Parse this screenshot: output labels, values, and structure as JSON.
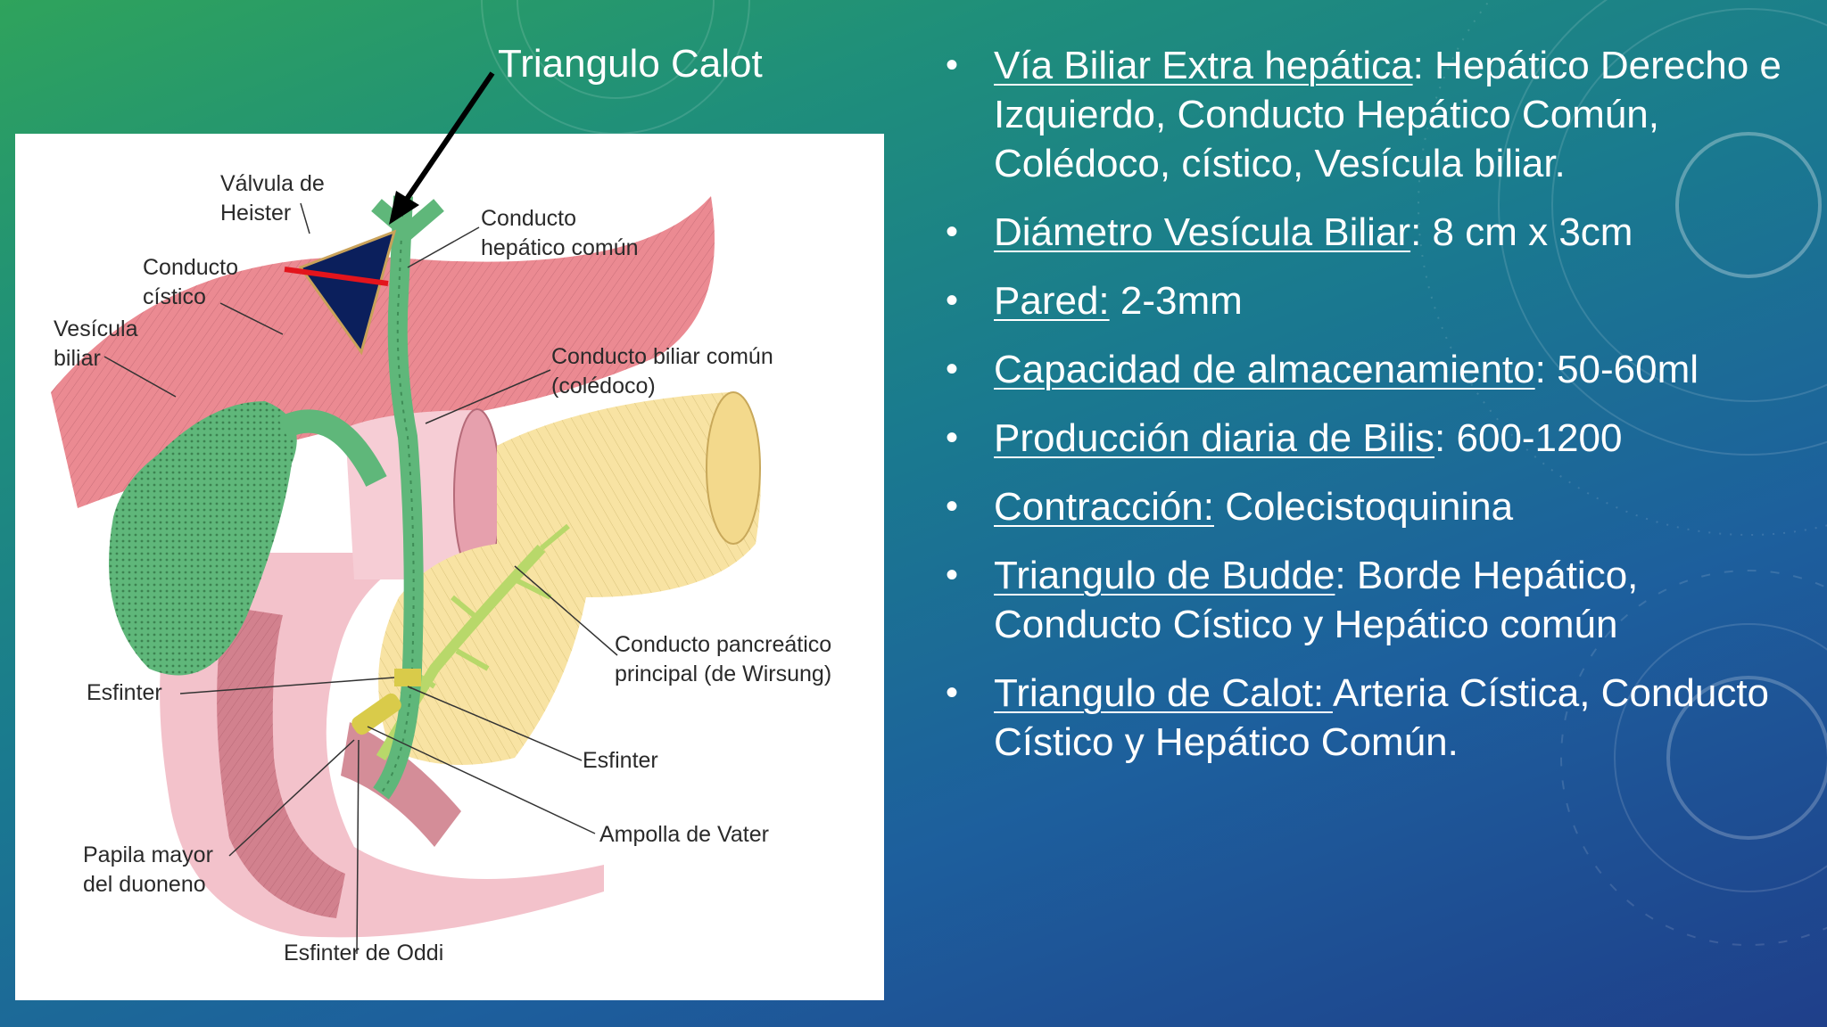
{
  "slide": {
    "callout_title": "Triangulo Calot"
  },
  "diagram": {
    "labels": {
      "valvula_heister": [
        "Válvula de",
        "Heister"
      ],
      "conducto_hepatico_comun": [
        "Conducto",
        "hepático común"
      ],
      "conducto_cistico": [
        "Conducto",
        "cístico"
      ],
      "vesicula_biliar": [
        "Vesícula",
        "biliar"
      ],
      "conducto_biliar_comun": [
        "Conducto biliar común",
        "(colédoco)"
      ],
      "conducto_pancreatico": [
        "Conducto pancreático",
        "principal (de Wirsung)"
      ],
      "esfinter_left": "Esfinter",
      "esfinter_right": "Esfinter",
      "ampolla_vater": "Ampolla de Vater",
      "papila_mayor": [
        "Papila mayor",
        "del duoneno"
      ],
      "esfinter_oddi": "Esfinter de Oddi"
    },
    "colors": {
      "liver": "#e9707a",
      "gallbladder": "#5fb77a",
      "pancreas": "#f7e3a0",
      "duodenum": "#f1b7c2",
      "triangle": "#0b1f5c",
      "triangle_line": "#e3141c"
    }
  },
  "bullets": [
    {
      "term": "Vía Biliar Extra hepática",
      "text": ": Hepático Derecho e Izquierdo, Conducto Hepático Común, Colédoco, cístico, Vesícula biliar."
    },
    {
      "term": "Diámetro Vesícula Biliar",
      "text": ": 8 cm x 3cm"
    },
    {
      "term": "Pared:",
      "text": " 2-3mm"
    },
    {
      "term": "Capacidad de almacenamiento",
      "text": ": 50-60ml"
    },
    {
      "term": "Producción diaria de Bilis",
      "text": ": 600-1200"
    },
    {
      "term": "Contracción:",
      "text": " Colecistoquinina"
    },
    {
      "term": "Triangulo de Budde",
      "text": ": Borde Hepático, Conducto Cístico y Hepático común"
    },
    {
      "term": "Triangulo de Calot: ",
      "text": "Arteria Cística, Conducto Cístico y Hepático Común."
    }
  ]
}
